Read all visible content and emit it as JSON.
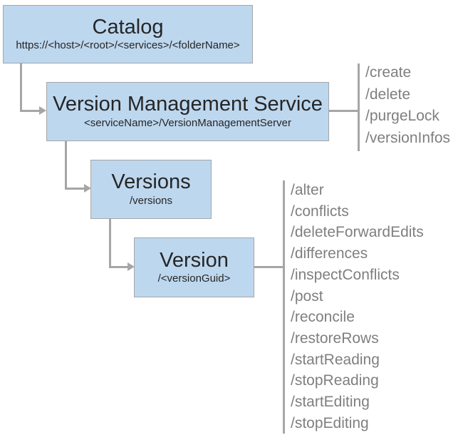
{
  "diagram": {
    "nodes": {
      "catalog": {
        "title": "Catalog",
        "subtitle": "https://<host>/<root>/<services>/<folderName>"
      },
      "service": {
        "title": "Version Management Service",
        "subtitle": "<serviceName>/VersionManagementServer"
      },
      "versions": {
        "title": "Versions",
        "subtitle": "/versions"
      },
      "version": {
        "title": "Version",
        "subtitle": "/<versionGuid>"
      }
    },
    "service_operations": [
      "/create",
      "/delete",
      "/purgeLock",
      "/versionInfos"
    ],
    "version_operations": [
      "/alter",
      "/conflicts",
      "/deleteForwardEdits",
      "/differences",
      "/inspectConflicts",
      "/post",
      "/reconcile",
      "/restoreRows",
      "/startReading",
      "/stopReading",
      "/startEditing",
      "/stopEditing"
    ],
    "colors": {
      "box_fill": "#bdd7ee",
      "box_border": "#a6a6a6",
      "connector": "#a6a6a6",
      "title_text": "#262626",
      "operation_text": "#7f7f7f"
    }
  }
}
